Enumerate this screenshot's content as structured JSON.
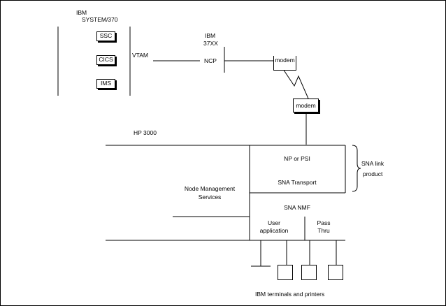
{
  "host": {
    "vendor": "IBM",
    "system": "SYSTEM/370",
    "subsystems": [
      "SSC",
      "CICS",
      "IMS"
    ],
    "access_method": "VTAM"
  },
  "controller": {
    "vendor": "IBM",
    "model": "37XX",
    "program": "NCP"
  },
  "modem_upper": "modem",
  "modem_lower": "modem",
  "hp_system": "HP 3000",
  "layers": {
    "link": "NP or PSI",
    "transport": "SNA Transport",
    "nmf": "SNA NMF"
  },
  "brace_label_line1": "SNA link",
  "brace_label_line2": "product",
  "node_mgmt_line1": "Node Management",
  "node_mgmt_line2": "Services",
  "user_app_line1": "User",
  "user_app_line2": "application",
  "pass_thru_line1": "Pass",
  "pass_thru_line2": "Thru",
  "terminals_caption": "IBM terminals and printers"
}
